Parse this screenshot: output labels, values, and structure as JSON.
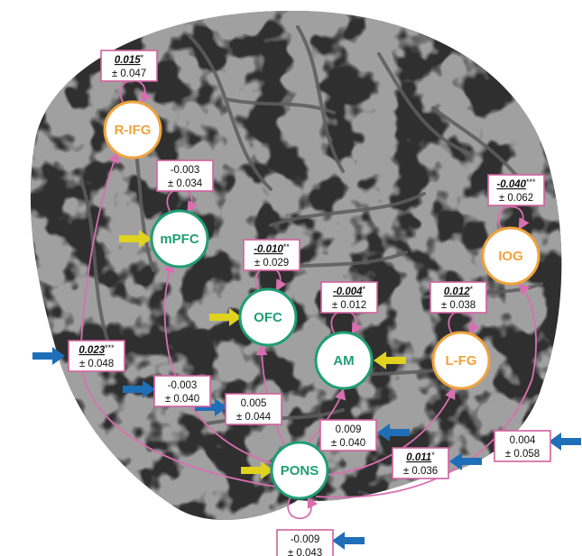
{
  "colors": {
    "brain_dark": "#2f2f2f",
    "brain_light": "#6a6a6a",
    "edge": "#d96fb0",
    "label_border": "#d2609e",
    "green_node": "#1f9e73",
    "orange_node": "#f0a23c",
    "input_yellow": "#e0d21e",
    "input_blue": "#1f6fb8"
  },
  "nodes": [
    {
      "id": "rifg",
      "name": "R-IFG",
      "group": "orange"
    },
    {
      "id": "mpfc",
      "name": "mPFC",
      "group": "green"
    },
    {
      "id": "ofc",
      "name": "OFC",
      "group": "green"
    },
    {
      "id": "am",
      "name": "AM",
      "group": "green"
    },
    {
      "id": "lfg",
      "name": "L-FG",
      "group": "orange"
    },
    {
      "id": "iog",
      "name": "IOG",
      "group": "orange"
    },
    {
      "id": "pons",
      "name": "PONS",
      "group": "green"
    }
  ],
  "labels": [
    {
      "id": "self-rifg",
      "value": "0.015",
      "sig": "*",
      "emph": true,
      "err": "± 0.047"
    },
    {
      "id": "self-mpfc",
      "value": "-0.003",
      "sig": "",
      "emph": false,
      "err": "± 0.034"
    },
    {
      "id": "self-ofc",
      "value": "-0.010",
      "sig": "**",
      "emph": true,
      "err": "± 0.029"
    },
    {
      "id": "self-am",
      "value": "-0.004",
      "sig": "*",
      "emph": true,
      "err": "± 0.012"
    },
    {
      "id": "self-lfg",
      "value": "0.012",
      "sig": "*",
      "emph": true,
      "err": "± 0.038"
    },
    {
      "id": "self-iog",
      "value": "-0.040",
      "sig": "***",
      "emph": true,
      "err": "± 0.062"
    },
    {
      "id": "self-pons",
      "value": "-0.009",
      "sig": "",
      "emph": false,
      "err": "± 0.043"
    },
    {
      "id": "pons-rifg",
      "value": "0.023",
      "sig": "***",
      "emph": true,
      "err": "± 0.048"
    },
    {
      "id": "pons-mpfc",
      "value": "-0.003",
      "sig": "",
      "emph": false,
      "err": "± 0.040"
    },
    {
      "id": "pons-ofc",
      "value": "0.005",
      "sig": "",
      "emph": false,
      "err": "± 0.044"
    },
    {
      "id": "pons-am",
      "value": "0.009",
      "sig": "",
      "emph": false,
      "err": "± 0.040"
    },
    {
      "id": "pons-lfg",
      "value": "0.011",
      "sig": "*",
      "emph": true,
      "err": "± 0.036"
    },
    {
      "id": "pons-iog",
      "value": "0.004",
      "sig": "",
      "emph": false,
      "err": "± 0.058"
    }
  ],
  "inputs": [
    {
      "target": "mpfc",
      "color": "yellow"
    },
    {
      "target": "ofc",
      "color": "yellow"
    },
    {
      "target": "am",
      "color": "yellow"
    },
    {
      "target": "pons",
      "color": "yellow"
    },
    {
      "target": "pons-rifg",
      "color": "blue"
    },
    {
      "target": "pons-mpfc",
      "color": "blue"
    },
    {
      "target": "pons-ofc",
      "color": "blue"
    },
    {
      "target": "pons-am",
      "color": "blue"
    },
    {
      "target": "pons-lfg",
      "color": "blue"
    },
    {
      "target": "pons-iog",
      "color": "blue"
    },
    {
      "target": "self-pons",
      "color": "blue"
    }
  ]
}
